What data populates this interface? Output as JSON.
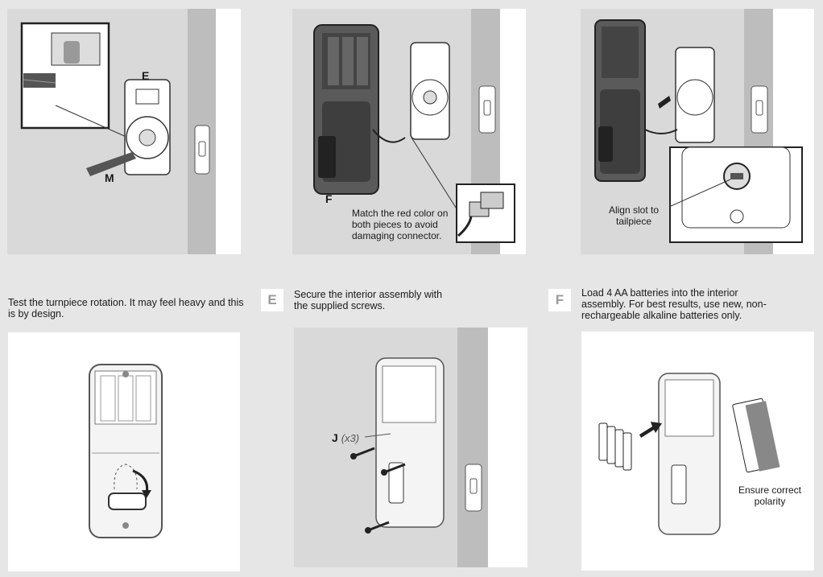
{
  "top_row": {
    "panel1": {
      "label_e": "E",
      "label_m": "M"
    },
    "panel2": {
      "label_f": "F",
      "callout": "Match the red color on both pieces to avoid damaging connector."
    },
    "panel3": {
      "callout": "Align slot to tailpiece"
    }
  },
  "steps": [
    {
      "badge": "",
      "text": "Test the turnpiece rotation. It may feel heavy and this is by design."
    },
    {
      "badge": "E",
      "text": "Secure the interior assembly with the supplied screws.",
      "label_j": "J",
      "label_j_count": "(x3)"
    },
    {
      "badge": "F",
      "text": "Load 4 AA batteries into the interior assembly. For best results, use new, non-rechargeable alkaline batteries only.",
      "callout": "Ensure correct polarity"
    }
  ],
  "colors": {
    "background": "#e6e6e6",
    "panel_gray": "#d9d9d9",
    "panel_white": "#ffffff",
    "door_edge": "#bdbdbd",
    "ink": "#1a1a1a",
    "badge_text": "#9a9a9a"
  }
}
